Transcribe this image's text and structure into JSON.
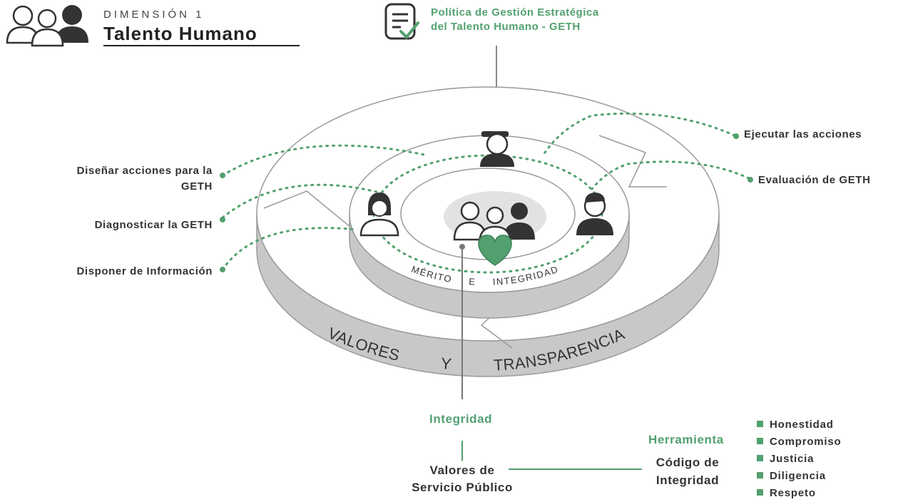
{
  "header": {
    "kicker": "DIMENSIÓN 1",
    "title": "Talento Humano"
  },
  "policy": {
    "line1": "Política de Gestión Estratégica",
    "line2": "del Talento Humano - GETH"
  },
  "left_labels": [
    {
      "line1": "Diseñar acciones para la",
      "line2": "GETH"
    },
    {
      "line1": "Diagnosticar la GETH"
    },
    {
      "line1": "Disponer de Información"
    }
  ],
  "right_labels": [
    "Ejecutar las acciones",
    "Evaluación de GETH"
  ],
  "rings": {
    "inner": [
      "MÉRITO",
      "E",
      "INTEGRIDAD"
    ],
    "outer": [
      "VALORES",
      "Y",
      "TRANSPARENCIA"
    ]
  },
  "integridad": "Integridad",
  "valores_servicio": {
    "line1": "Valores de",
    "line2": "Servicio Público"
  },
  "herramienta": {
    "label": "Herramienta",
    "line1": "Código de",
    "line2": "Integridad"
  },
  "valores_list": [
    "Honestidad",
    "Compromiso",
    "Justicia",
    "Diligencia",
    "Respeto"
  ],
  "colors": {
    "accent": "#52a06f",
    "ring_side": "#c8c8c8",
    "ring_stroke": "#9a9a9a",
    "text": "#333333"
  },
  "icons": [
    "people-group-icon",
    "checklist-document-icon",
    "person-icon",
    "heart-icon"
  ]
}
